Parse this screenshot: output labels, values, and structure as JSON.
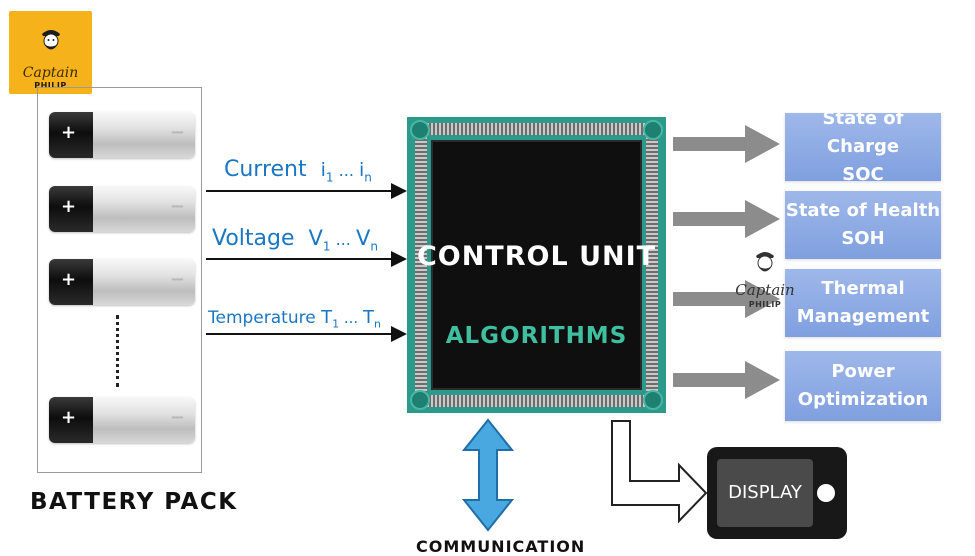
{
  "logo": {
    "arc_text": "",
    "script": "Captain",
    "name": "PHILIP",
    "icon": "captain-portrait-icon"
  },
  "battery_pack": {
    "label": "BATTERY PACK",
    "cells": [
      {
        "plus": "+",
        "minus": "−"
      },
      {
        "plus": "+",
        "minus": "−"
      },
      {
        "plus": "+",
        "minus": "−"
      },
      {
        "plus": "+",
        "minus": "−"
      }
    ]
  },
  "inputs": {
    "current": {
      "label": "Current",
      "var": "i",
      "sub_first": "1",
      "ellipsis": " ... ",
      "sub_last": "n"
    },
    "voltage": {
      "label": "Voltage",
      "var": "V",
      "sub_first": "1",
      "ellipsis": " ... ",
      "sub_last": "n"
    },
    "temperature": {
      "label": "Temperature",
      "var": "T",
      "sub_first": "1",
      "ellipsis": " ... ",
      "sub_last": "n"
    }
  },
  "control_unit": {
    "title": "CONTROL UNIT",
    "subtitle": "ALGORITHMS"
  },
  "outputs": [
    {
      "line1": "State of Charge",
      "line2": "SOC"
    },
    {
      "line1": "State of Health",
      "line2": "SOH"
    },
    {
      "line1": "Thermal",
      "line2": "Management"
    },
    {
      "line1": "Power",
      "line2": "Optimization"
    }
  ],
  "display": {
    "label": "DISPLAY"
  },
  "communication": {
    "label": "COMMUNICATION"
  },
  "watermark": {
    "script": "Captain",
    "name": "PHILIP"
  },
  "colors": {
    "input_label": "#1b76c4",
    "output_box": "#8aa8e3",
    "chip_accent": "#3fbf9f",
    "comm_arrow": "#4aa8e0",
    "gray_arrow": "#8a8a8a"
  }
}
